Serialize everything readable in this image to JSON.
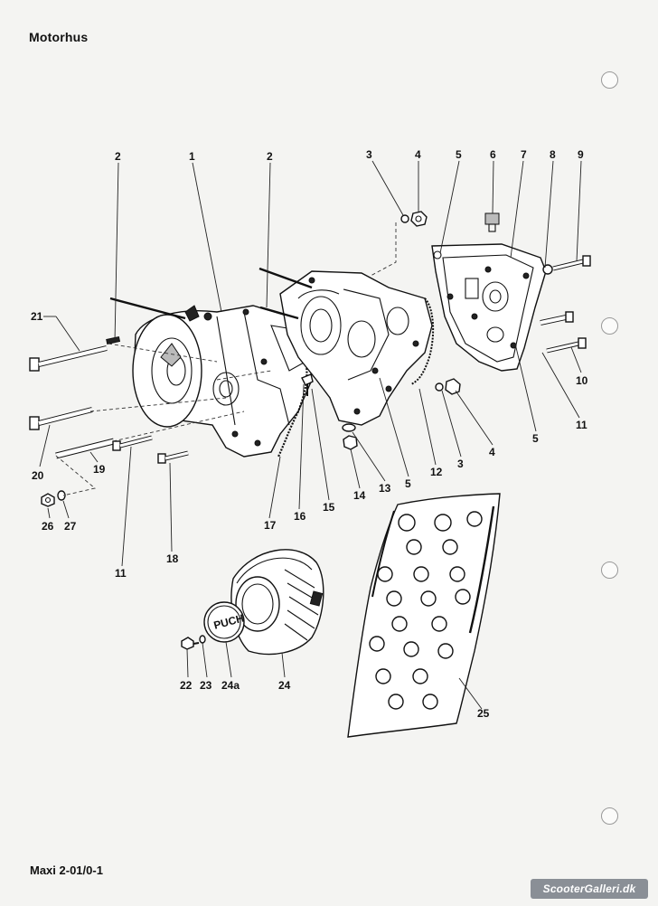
{
  "page": {
    "title": "Motorhus",
    "footer": "Maxi  2-01/0-1",
    "watermark": "ScooterGalleri.dk"
  },
  "diagram": {
    "callouts": [
      "2",
      "1",
      "2",
      "3",
      "4",
      "5",
      "6",
      "7",
      "8",
      "9",
      "21",
      "10",
      "11",
      "5",
      "4",
      "3",
      "12",
      "5",
      "13",
      "14",
      "15",
      "16",
      "17",
      "20",
      "19",
      "26",
      "27",
      "11",
      "18",
      "22",
      "23",
      "24a",
      "24",
      "25"
    ],
    "logo_text": "PUCH"
  }
}
